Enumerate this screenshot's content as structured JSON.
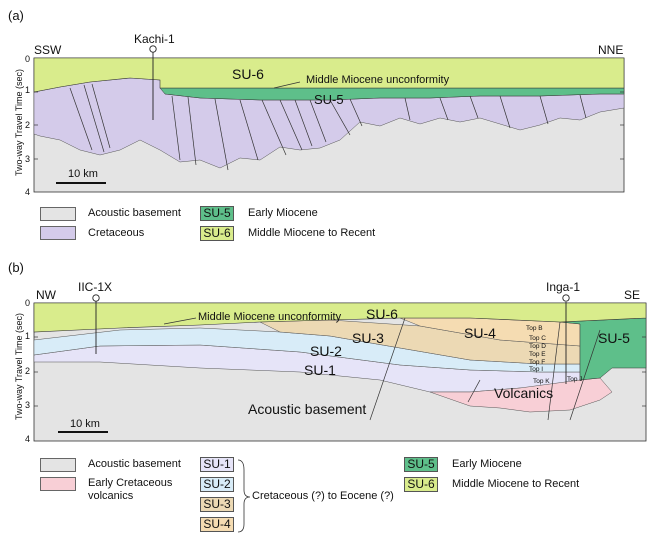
{
  "panel_a": {
    "label": "(a)",
    "dir_left": "SSW",
    "dir_right": "NNE",
    "well": "Kachi-1",
    "y_axis_title": "Two-way Travel Time (sec)",
    "y_ticks": [
      "0",
      "1",
      "2",
      "3",
      "4"
    ],
    "unconformity": "Middle Miocene unconformity",
    "su6": "SU-6",
    "su5": "SU-5",
    "scale": "10 km"
  },
  "legend_a": {
    "basement": "Acoustic basement",
    "cretaceous": "Cretaceous",
    "su5_box": "SU-5",
    "su5_desc": "Early Miocene",
    "su6_box": "SU-6",
    "su6_desc": "Middle Miocene to Recent"
  },
  "panel_b": {
    "label": "(b)",
    "dir_left": "NW",
    "dir_right": "SE",
    "well_left": "IIC-1X",
    "well_right": "Inga-1",
    "y_axis_title": "Two-way Travel Time (sec)",
    "y_ticks": [
      "0",
      "1",
      "2",
      "3",
      "4"
    ],
    "unconformity": "Middle Miocene unconformity",
    "su6": "SU-6",
    "su3": "SU-3",
    "su4": "SU-4",
    "su5": "SU-5",
    "su2": "SU-2",
    "su1": "SU-1",
    "basement": "Acoustic basement",
    "volcanics": "Volcanics",
    "tops": [
      "Top B",
      "Top C",
      "Top D",
      "Top E",
      "Top F",
      "Top I",
      "Top K",
      "Top J"
    ],
    "scale": "10 km"
  },
  "legend_b": {
    "basement": "Acoustic basement",
    "volcanics": "Early Cretaceous volcanics",
    "su1": "SU-1",
    "su2": "SU-2",
    "su3": "SU-3",
    "su4": "SU-4",
    "cret_desc": "Cretaceous (?) to Eocene (?)",
    "su5": "SU-5",
    "su5_desc": "Early Miocene",
    "su6": "SU-6",
    "su6_desc": "Middle Miocene to Recent"
  },
  "colors": {
    "basement": "#e4e4e4",
    "cretaceous": "#d4cbea",
    "su1": "#e6e4f8",
    "su2": "#d8ecf8",
    "su3": "#ecd9b4",
    "su4": "#f5dcb2",
    "su5": "#5ebf8a",
    "su6": "#d9ec8c",
    "volcanics": "#f8cfd6"
  }
}
